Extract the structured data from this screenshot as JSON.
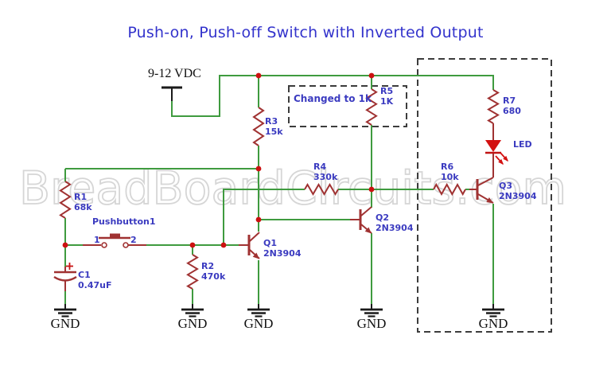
{
  "title": {
    "text": "Push-on, Push-off Switch with Inverted Output"
  },
  "power": {
    "label": "9-12 VDC"
  },
  "note": {
    "text": "Changed to 1k"
  },
  "watermark": {
    "text": "BreadBoardCircuits.com"
  },
  "components": {
    "r1": {
      "ref": "R1",
      "value": "68k"
    },
    "r2": {
      "ref": "R2",
      "value": "470k"
    },
    "r3": {
      "ref": "R3",
      "value": "15k"
    },
    "r4": {
      "ref": "R4",
      "value": "330k"
    },
    "r5": {
      "ref": "R5",
      "value": "1K"
    },
    "r6": {
      "ref": "R6",
      "value": "10k"
    },
    "r7": {
      "ref": "R7",
      "value": "680"
    },
    "q1": {
      "ref": "Q1",
      "value": "2N3904"
    },
    "q2": {
      "ref": "Q2",
      "value": "2N3904"
    },
    "q3": {
      "ref": "Q3",
      "value": "2N3904"
    },
    "c1": {
      "ref": "C1",
      "value": "0.47uF"
    },
    "led": {
      "label": "LED"
    },
    "pushbutton": {
      "label": "Pushbutton1",
      "pin1": "1",
      "pin2": "2"
    }
  },
  "grounds": [
    "GND",
    "GND",
    "GND",
    "GND",
    "GND"
  ],
  "colors": {
    "wire_green": "#3f9b3f",
    "component_red": "#a03232",
    "junction_red": "#cc1111",
    "led_red": "#d31111",
    "label_blue": "#3b3bc0",
    "title_blue": "#3333cc",
    "dashed_box": "#3c3c3c",
    "watermark_gray": "#d6d6d6",
    "black": "#111111"
  }
}
